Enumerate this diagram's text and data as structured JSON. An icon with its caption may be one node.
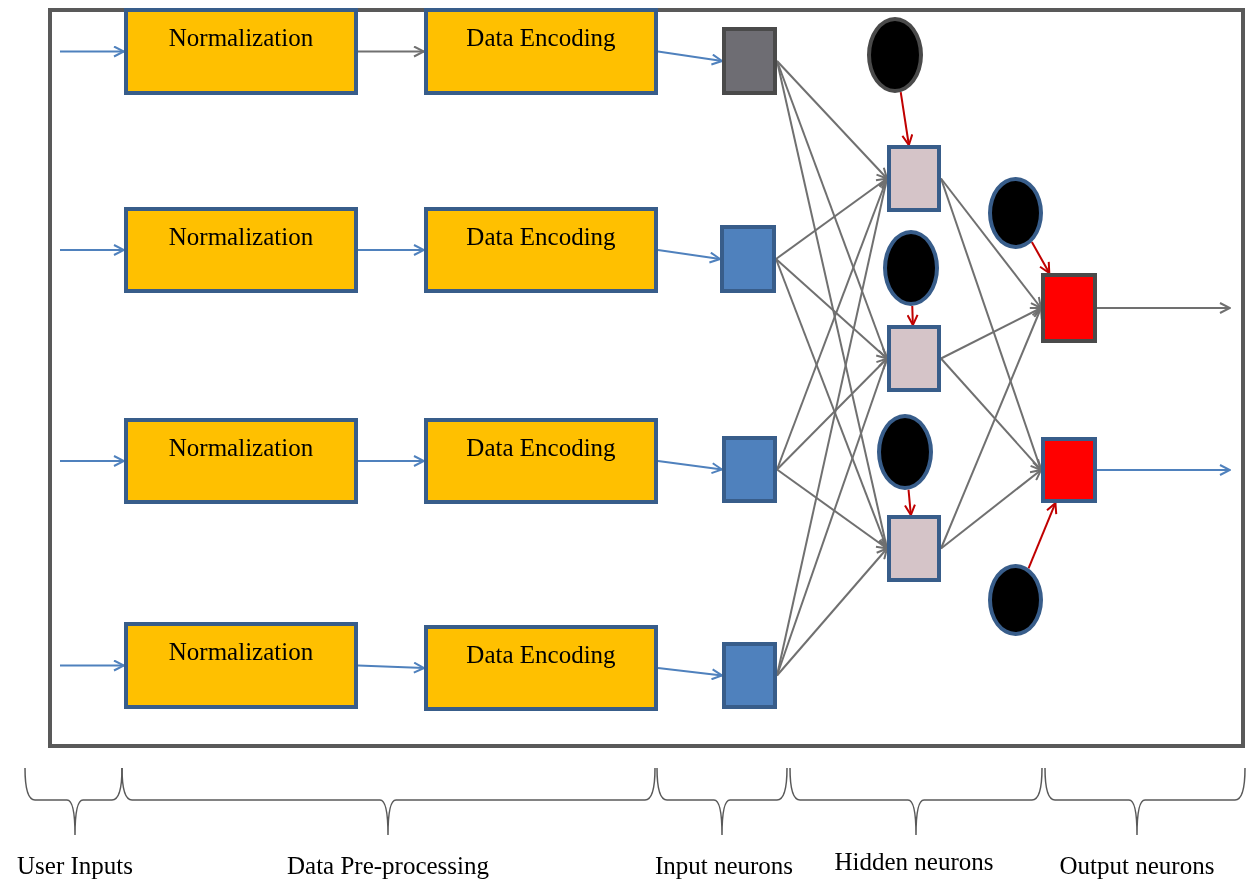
{
  "diagram": {
    "nodes": [
      {
        "text": [],
        "shape": "box"
      },
      {
        "text": [
          "Normalization"
        ],
        "in": 0
      },
      {
        "text": [
          "Normalization"
        ],
        "in": 0
      },
      {
        "text": [
          "Normalization"
        ],
        "in": 0
      },
      {
        "text": [
          "Normalization"
        ],
        "in": 0
      },
      {
        "text": [
          "Data Encoding"
        ],
        "in": 0
      },
      {
        "text": [
          "Data Encoding"
        ],
        "in": 0
      },
      {
        "text": [
          "Data Encoding"
        ],
        "in": 0
      },
      {
        "text": [
          "Data Encoding"
        ],
        "in": 0
      },
      {
        "text": [],
        "shape": "box",
        "in": 0
      },
      {
        "text": [],
        "shape": "box",
        "in": 0
      },
      {
        "text": [],
        "shape": "box",
        "in": 0
      },
      {
        "text": [],
        "shape": "box",
        "in": 0
      },
      {
        "text": [],
        "shape": "box",
        "in": 0
      },
      {
        "text": [],
        "shape": "box",
        "in": 0
      },
      {
        "text": [],
        "shape": "box",
        "in": 0
      },
      {
        "text": [],
        "shape": "box",
        "in": 0
      },
      {
        "text": [],
        "shape": "box",
        "in": 0
      },
      {
        "text": [],
        "shape": "circle",
        "in": 0
      },
      {
        "text": [],
        "shape": "circle",
        "in": 0
      },
      {
        "text": [],
        "shape": "circle",
        "in": 0
      },
      {
        "text": [],
        "shape": "circle",
        "in": 0
      },
      {
        "text": [],
        "shape": "circle",
        "in": 0
      }
    ],
    "edges": [
      {
        "from": null,
        "to": 1,
        "arrow": "to",
        "color": "#4f81bd"
      },
      {
        "from": null,
        "to": 2,
        "arrow": "to",
        "color": "#4f81bd"
      },
      {
        "from": null,
        "to": 3,
        "arrow": "to",
        "color": "#4f81bd"
      },
      {
        "from": null,
        "to": 4,
        "arrow": "to",
        "color": "#4f81bd"
      },
      {
        "from": 1,
        "to": 5,
        "arrow": "to"
      },
      {
        "from": 2,
        "to": 6,
        "arrow": "to",
        "color": "#4f81bd"
      },
      {
        "from": 3,
        "to": 7,
        "arrow": "to",
        "color": "#4f81bd"
      },
      {
        "from": 4,
        "to": 8,
        "arrow": "to",
        "color": "#4f81bd"
      },
      {
        "from": 5,
        "to": 9,
        "arrow": "to",
        "color": "#4f81bd"
      },
      {
        "from": 6,
        "to": 10,
        "arrow": "to",
        "color": "#4f81bd"
      },
      {
        "from": 7,
        "to": 11,
        "arrow": "to",
        "color": "#4f81bd"
      },
      {
        "from": 8,
        "to": 12,
        "arrow": "to",
        "color": "#4f81bd"
      },
      {
        "from": 9,
        "to": 13,
        "arrow": "to"
      },
      {
        "from": 9,
        "to": 14,
        "arrow": "to"
      },
      {
        "from": 9,
        "to": 15,
        "arrow": "to"
      },
      {
        "from": 10,
        "to": 13,
        "arrow": "to"
      },
      {
        "from": 10,
        "to": 14,
        "arrow": "to"
      },
      {
        "from": 10,
        "to": 15,
        "arrow": "to"
      },
      {
        "from": 11,
        "to": 13,
        "arrow": "to"
      },
      {
        "from": 11,
        "to": 14,
        "arrow": "to"
      },
      {
        "from": 11,
        "to": 15,
        "arrow": "to"
      },
      {
        "from": 12,
        "to": 13,
        "arrow": "to"
      },
      {
        "from": 12,
        "to": 14,
        "arrow": "to"
      },
      {
        "from": 12,
        "to": 15,
        "arrow": "to"
      },
      {
        "from": 13,
        "to": 16,
        "arrow": "to"
      },
      {
        "from": 13,
        "to": 17,
        "arrow": "to"
      },
      {
        "from": 14,
        "to": 16,
        "arrow": "to"
      },
      {
        "from": 14,
        "to": 17,
        "arrow": "to"
      },
      {
        "from": 15,
        "to": 16,
        "arrow": "to"
      },
      {
        "from": 15,
        "to": 17,
        "arrow": "to"
      },
      {
        "from": 16,
        "to": null,
        "arrow": "to"
      },
      {
        "from": 17,
        "to": null,
        "arrow": "to",
        "color": "#4f81bd"
      },
      {
        "from": 18,
        "to": 13,
        "arrow": "to",
        "color": "#c00000"
      },
      {
        "from": 19,
        "to": 16,
        "arrow": "to",
        "color": "#c00000"
      },
      {
        "from": 20,
        "to": 14,
        "arrow": "to",
        "color": "#c00000"
      },
      {
        "from": 21,
        "to": 15,
        "arrow": "to",
        "color": "#c00000"
      },
      {
        "from": 22,
        "to": 17,
        "arrow": "to",
        "color": "#c00000"
      }
    ],
    "labels": [
      "User Inputs",
      "Data Pre-processing",
      "Input neurons",
      "Hidden neurons",
      "Output neurons"
    ]
  }
}
